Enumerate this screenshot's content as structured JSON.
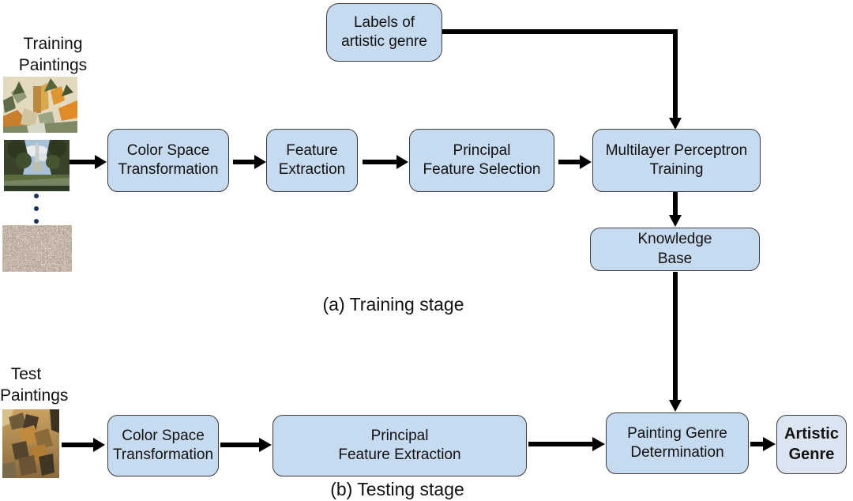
{
  "training": {
    "source_label": "Training\nPaintings",
    "caption": "(a) Training stage",
    "boxes": {
      "labels_of_genre": "Labels of\nartistic genre",
      "color_space_transformation": "Color Space\nTransformation",
      "feature_extraction": "Feature\nExtraction",
      "principal_feature_selection": "Principal\nFeature Selection",
      "mlp_training": "Multilayer Perceptron\nTraining",
      "knowledge_base": "Knowledge\nBase"
    },
    "paintings": [
      {
        "name": "cubist-village-painting",
        "style": "cubist, orange and olive shapes"
      },
      {
        "name": "cathedral-landscape-painting",
        "style": "landscape with trees and spire"
      },
      {
        "name": "abstract-texture-painting",
        "style": "gray-brown drip texture"
      }
    ]
  },
  "testing": {
    "source_label": "Test\nPaintings",
    "caption": "(b) Testing stage",
    "boxes": {
      "color_space_transformation": "Color Space\nTransformation",
      "principal_feature_extraction": "Principal\nFeature Extraction",
      "painting_genre_determination": "Painting Genre\nDetermination",
      "artistic_genre": "Artistic\nGenre"
    },
    "paintings": [
      {
        "name": "cubist-still-life-painting",
        "style": "brown cubist still life"
      }
    ]
  },
  "colors": {
    "box_fill": "#c6dbf0",
    "output_box_fill": "#dbe4f1",
    "box_border": "#3c3c3c",
    "arrow": "#000000",
    "ellipsis_dots": "#17335f"
  }
}
